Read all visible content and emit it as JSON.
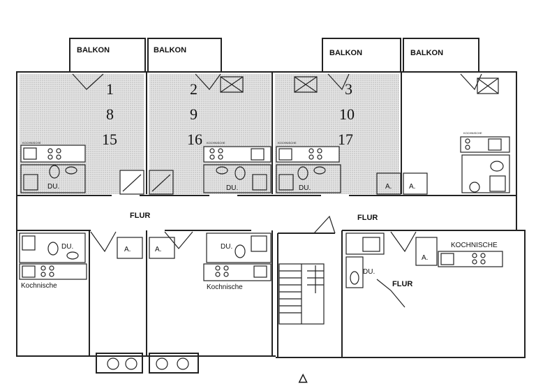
{
  "balconies": [
    "BALKON",
    "BALKON",
    "BALKON",
    "BALKON"
  ],
  "units": [
    {
      "numbers": [
        "1",
        "8",
        "15"
      ]
    },
    {
      "numbers": [
        "2",
        "9",
        "16"
      ]
    },
    {
      "numbers": [
        "3",
        "10",
        "17"
      ]
    }
  ],
  "corridor": {
    "left": "FLUR",
    "right": "FLUR",
    "inner": "FLUR"
  },
  "kitchens": {
    "small_label": "KOCHNISCHE",
    "kochnische_1": "Kochnische",
    "kochnische_2": "Kochnische",
    "kochnische_caps": "KOCHNISCHE"
  },
  "shower": "DU.",
  "closet": "A.",
  "north_marker": "△"
}
